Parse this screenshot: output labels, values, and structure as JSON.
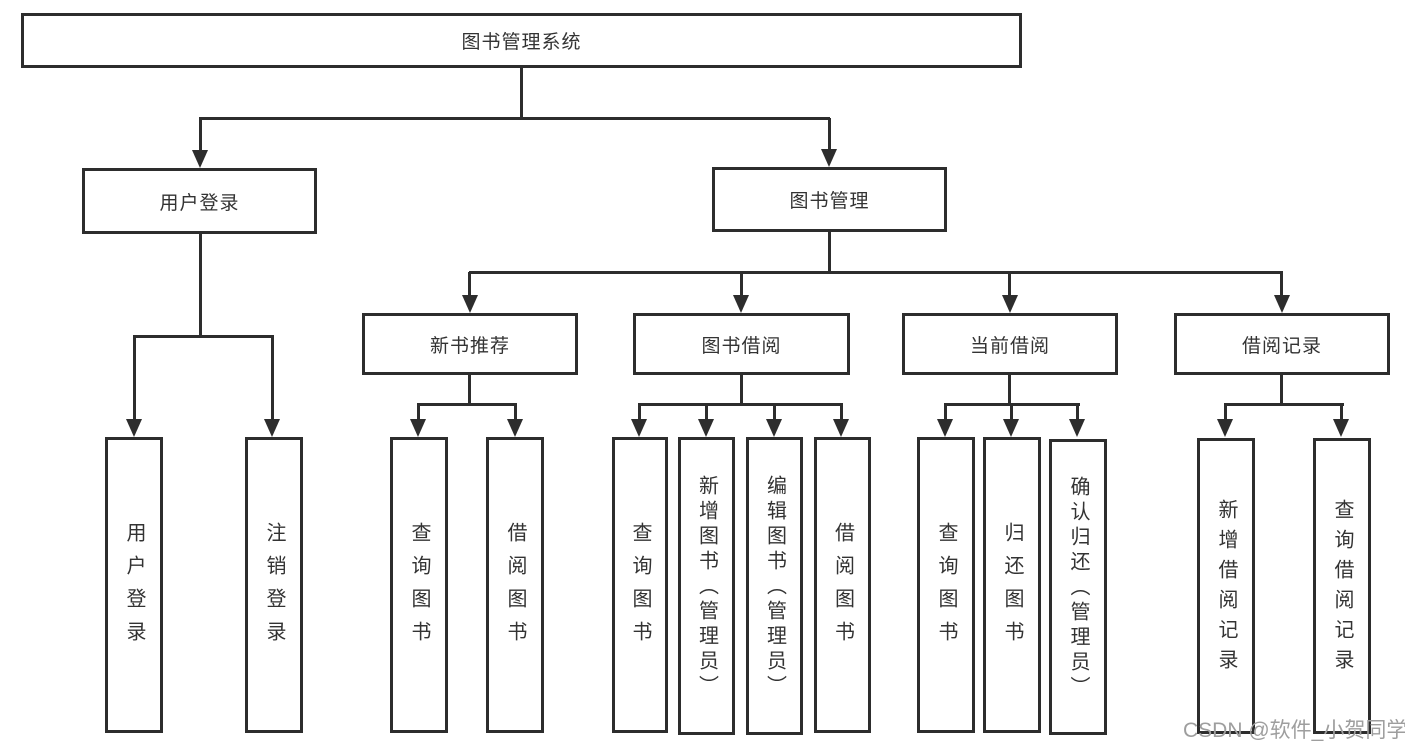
{
  "page": {
    "background": "#ffffff"
  },
  "colors": {
    "line": "#2d2d2d",
    "box_fill": "#ffffff",
    "text": "#333333",
    "watermark": "#9e9e9e"
  },
  "diagram": {
    "root": {
      "label": "图书管理系统"
    },
    "branches": [
      {
        "label": "用户登录",
        "children": [
          {
            "label": "用户登录"
          },
          {
            "label": "注销登录"
          }
        ]
      },
      {
        "label": "图书管理",
        "children": [
          {
            "label": "新书推荐",
            "children": [
              {
                "label": "查询图书"
              },
              {
                "label": "借阅图书"
              }
            ]
          },
          {
            "label": "图书借阅",
            "children": [
              {
                "label": "查询图书"
              },
              {
                "label": "新增图书（管理员）"
              },
              {
                "label": "编辑图书（管理员）"
              },
              {
                "label": "借阅图书"
              }
            ]
          },
          {
            "label": "当前借阅",
            "children": [
              {
                "label": "查询图书"
              },
              {
                "label": "归还图书"
              },
              {
                "label": "确认归还（管理员）"
              }
            ]
          },
          {
            "label": "借阅记录",
            "children": [
              {
                "label": "新增借阅记录"
              },
              {
                "label": "查询借阅记录"
              }
            ]
          }
        ]
      }
    ]
  },
  "watermark": {
    "text": "CSDN @软件_小贺同学"
  }
}
